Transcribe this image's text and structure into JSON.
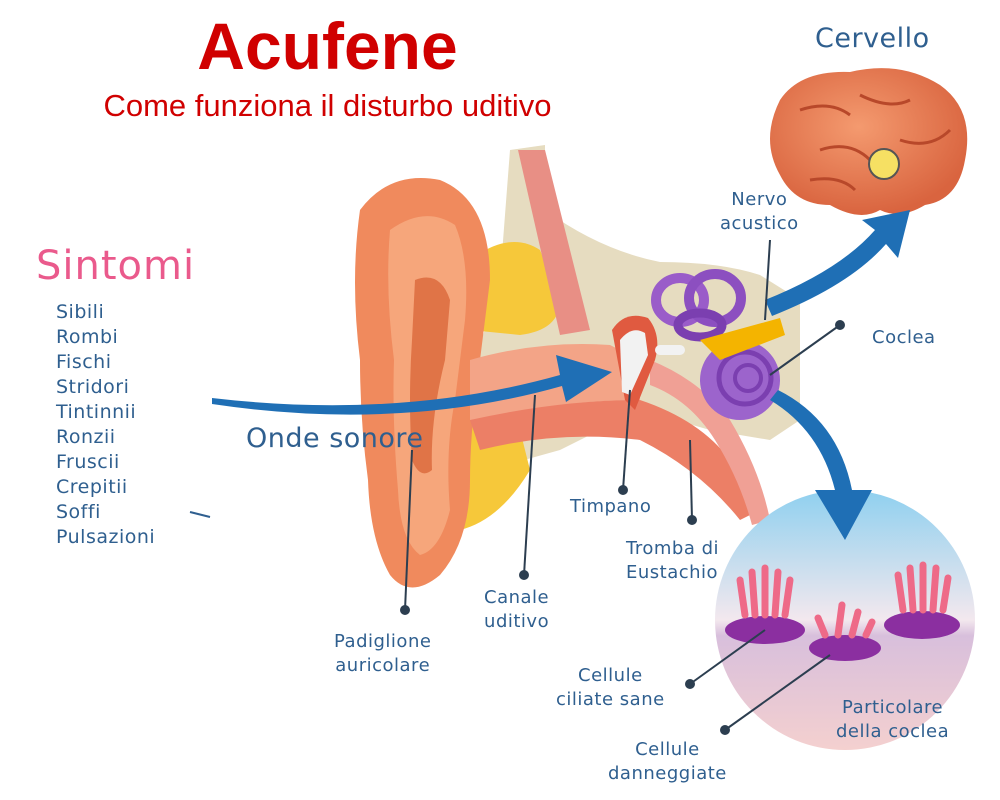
{
  "title": "Acufene",
  "subtitle": "Come funziona il disturbo uditivo",
  "symptoms": {
    "heading": "Sintomi",
    "items": [
      "Sibili",
      "Rombi",
      "Fischi",
      "Stridori",
      "Tintinnii",
      "Ronzii",
      "Fruscii",
      "Crepitii",
      "Soffi",
      "Pulsazioni"
    ]
  },
  "labels": {
    "cervello": "Cervello",
    "nervo_acustico": "Nervo\nacustico",
    "coclea": "Coclea",
    "onde_sonore": "Onde sonore",
    "timpano": "Timpano",
    "tromba": "Tromba di\nEustachio",
    "canale": "Canale\nuditivo",
    "padiglione": "Padiglione\nauricolare",
    "cellule_sane": "Cellule\nciliate sane",
    "cellule_danneggiate": "Cellule\ndanneggiate",
    "particolare": "Particolare\ndella coclea"
  },
  "colors": {
    "title_red": "#d00000",
    "sintomi_pink": "#ea5a8c",
    "label_blue": "#2f5f8f",
    "arrow_blue": "#1f6fb5",
    "ear_skin": "#f08a5d",
    "brain": "#e9774f",
    "cochlea_purple": "#8c4fc0",
    "fat_yellow": "#f6c83a",
    "bone_beige": "#e6dcc0"
  }
}
